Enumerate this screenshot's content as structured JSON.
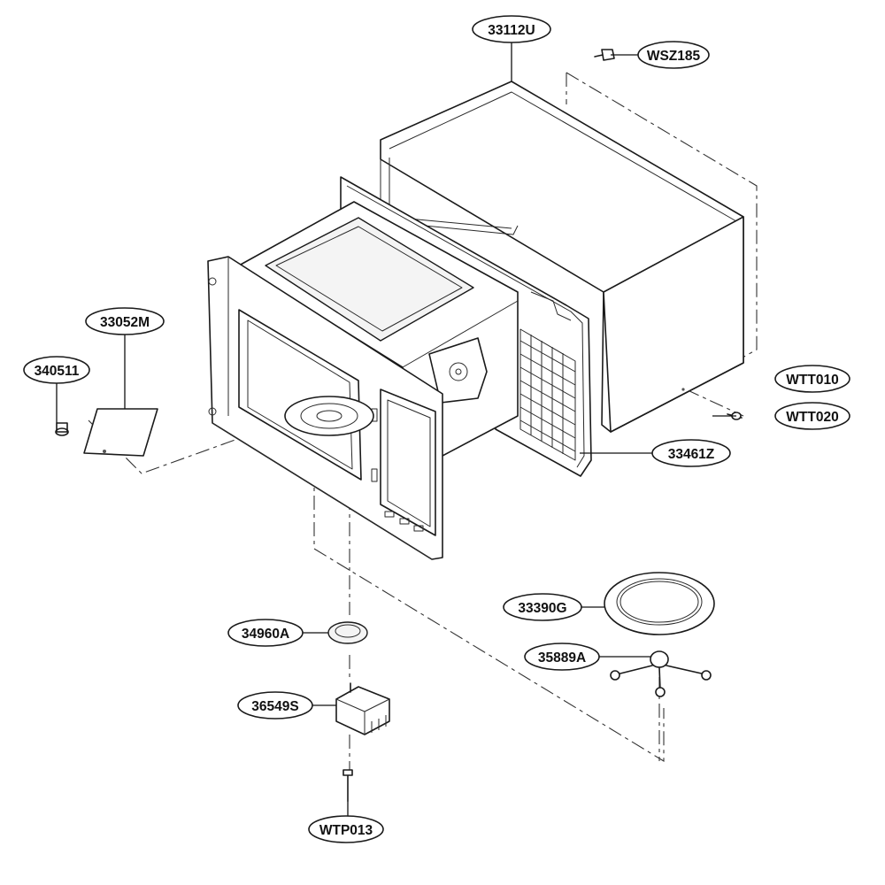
{
  "diagram": {
    "labels": [
      {
        "id": "33112U",
        "text": "33112U"
      },
      {
        "id": "WSZ185",
        "text": "WSZ185"
      },
      {
        "id": "33052M",
        "text": "33052M"
      },
      {
        "id": "340511",
        "text": "340511"
      },
      {
        "id": "WTT010",
        "text": "WTT010"
      },
      {
        "id": "WTT020",
        "text": "WTT020"
      },
      {
        "id": "33461Z",
        "text": "33461Z"
      },
      {
        "id": "33390G",
        "text": "33390G"
      },
      {
        "id": "35889A",
        "text": "35889A"
      },
      {
        "id": "34960A",
        "text": "34960A"
      },
      {
        "id": "36549S",
        "text": "36549S"
      },
      {
        "id": "WTP013",
        "text": "WTP013"
      }
    ]
  }
}
